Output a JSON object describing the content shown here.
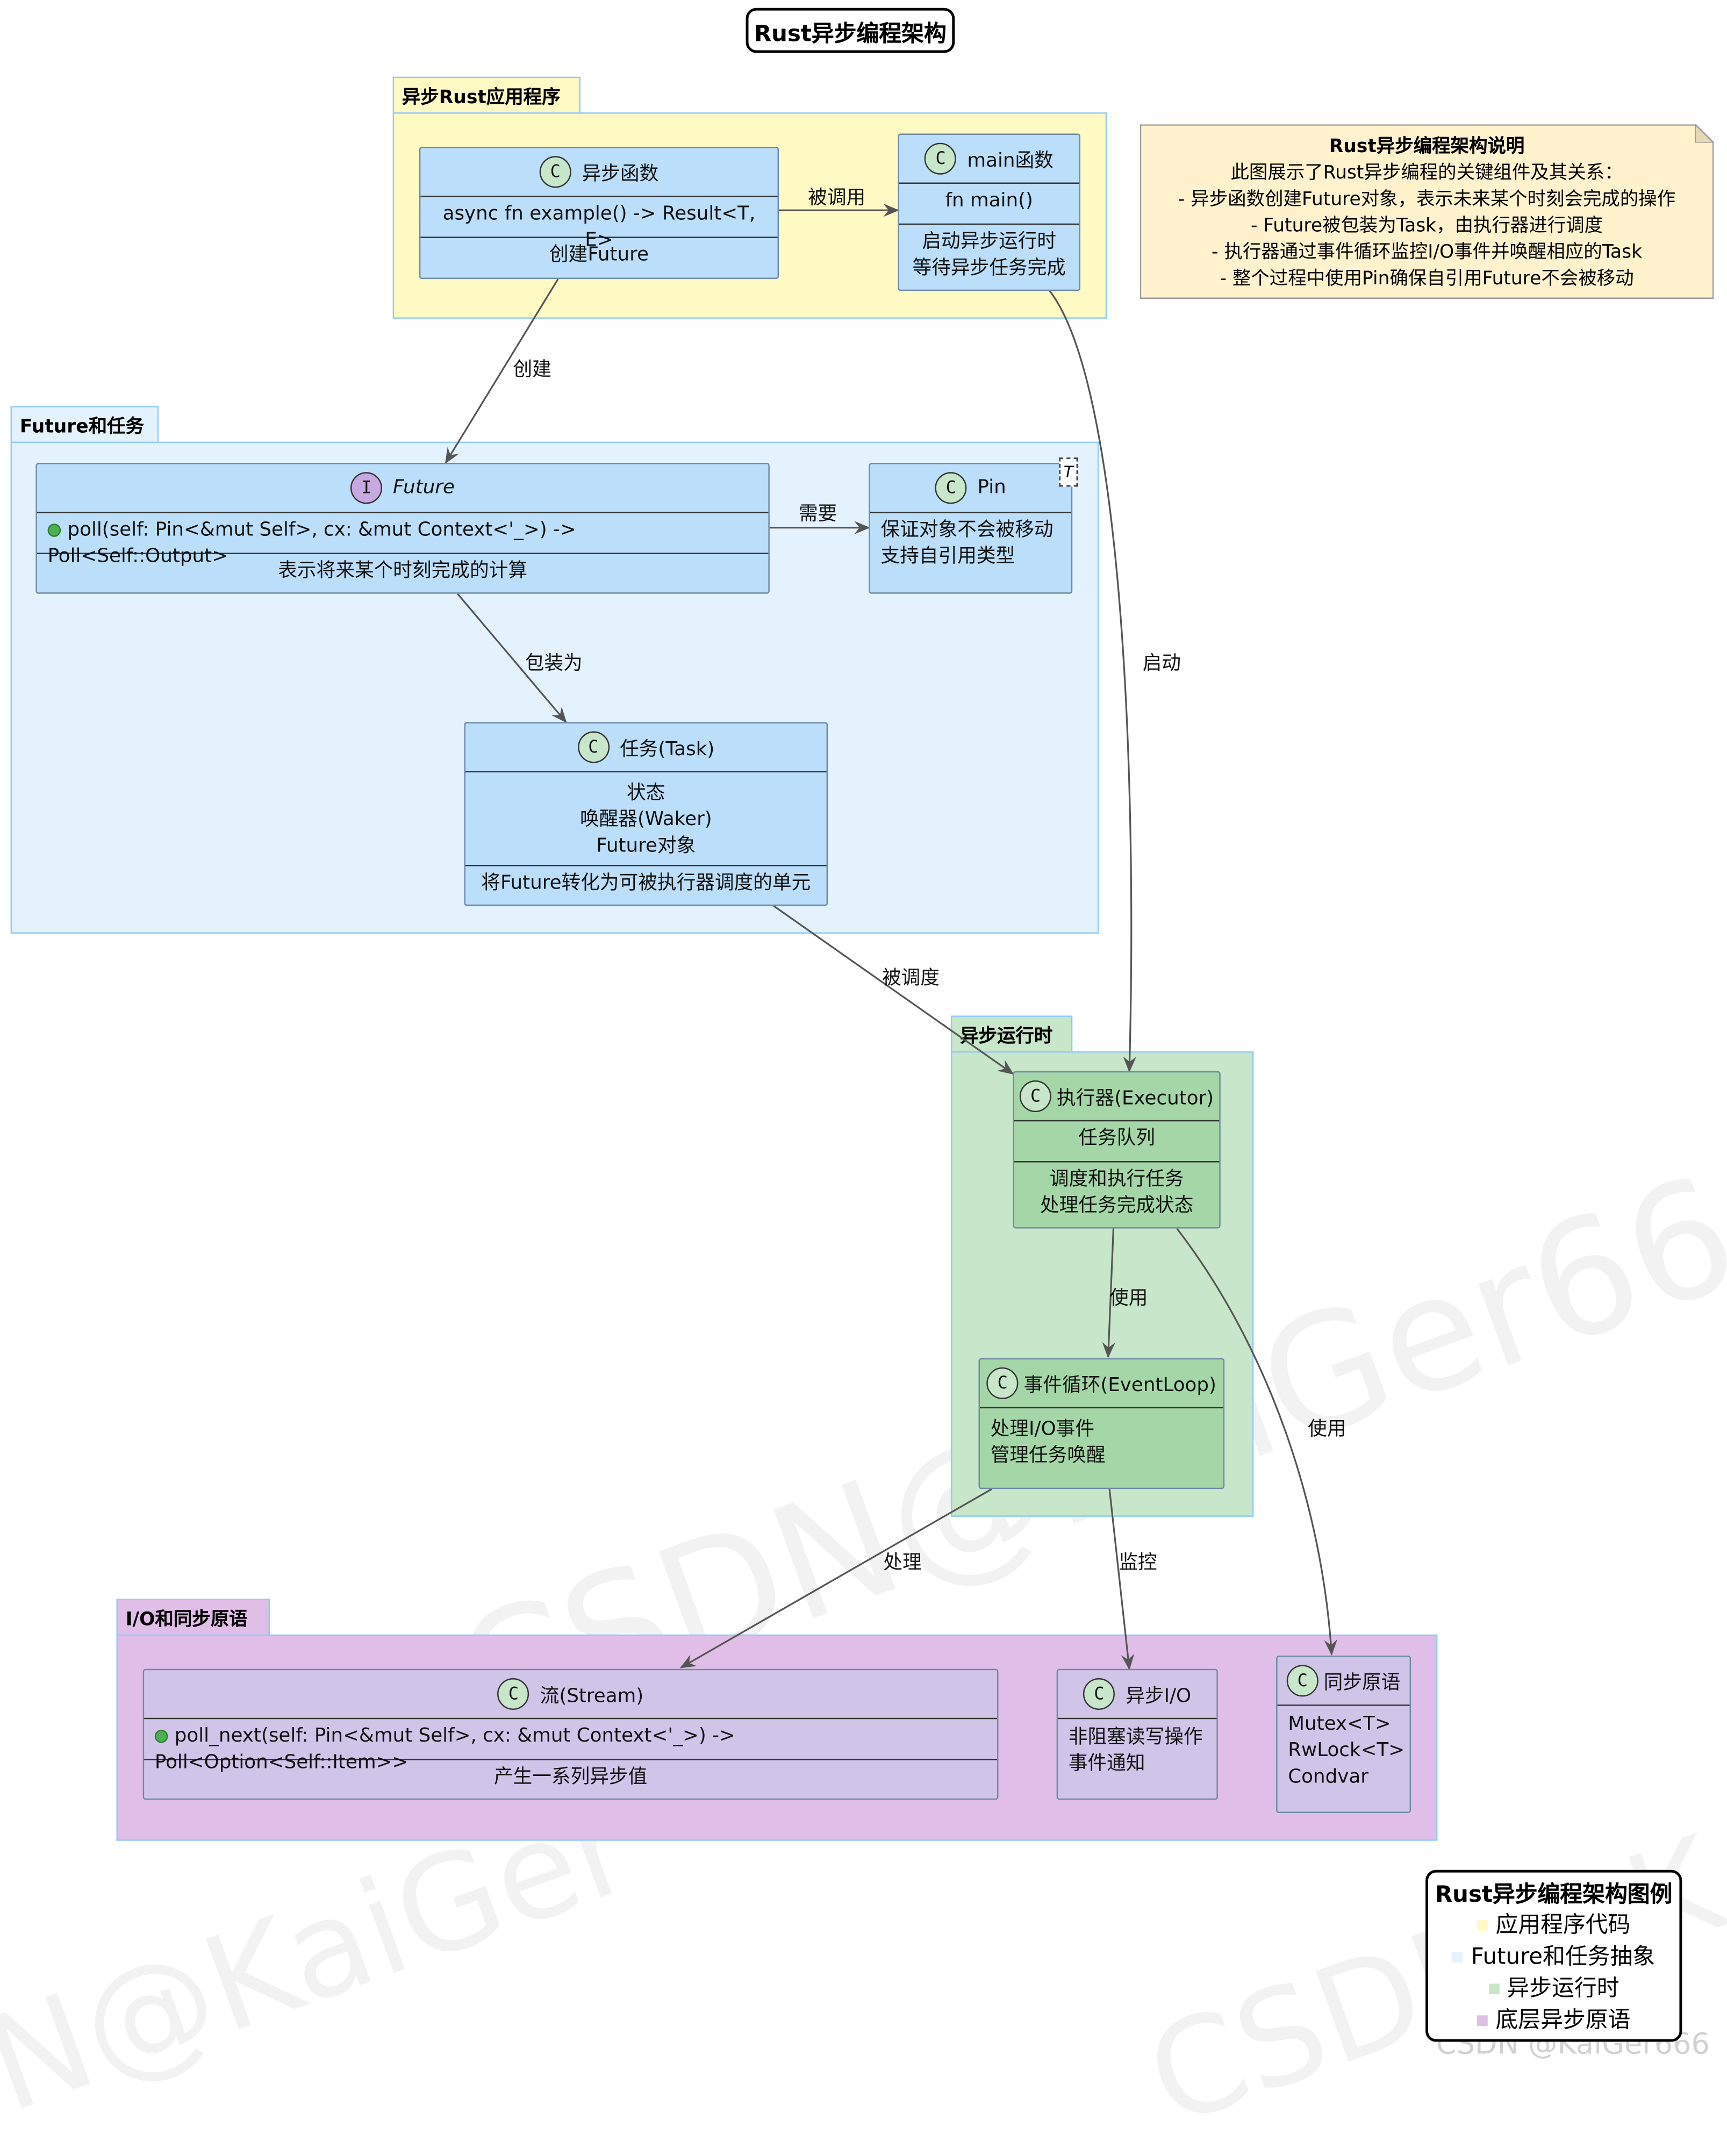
{
  "title": "Rust异步编程架构",
  "packages": {
    "app": "异步Rust应用程序",
    "future": "Future和任务",
    "runtime": "异步运行时",
    "io": "I/O和同步原语"
  },
  "classes": {
    "async_fn": {
      "spot": "C",
      "name": "异步函数",
      "field": "async fn example() -> Result<T, E>",
      "method": "创建Future"
    },
    "main_fn": {
      "spot": "C",
      "name": "main函数",
      "field": "fn main()",
      "methods": [
        "启动异步运行时",
        "等待异步任务完成"
      ]
    },
    "future": {
      "spot": "I",
      "name": "Future",
      "method": "poll(self: Pin<&mut Self>, cx: &mut Context<'_>) -> Poll<Self::Output>",
      "desc": "表示将来某个时刻完成的计算"
    },
    "pin": {
      "spot": "C",
      "name": "Pin",
      "generic": "T",
      "lines": [
        "保证对象不会被移动",
        "支持自引用类型"
      ]
    },
    "task": {
      "spot": "C",
      "name": "任务(Task)",
      "fields": [
        "状态",
        "唤醒器(Waker)",
        "Future对象"
      ],
      "desc": "将Future转化为可被执行器调度的单元"
    },
    "executor": {
      "spot": "C",
      "name": "执行器(Executor)",
      "field": "任务队列",
      "methods": [
        "调度和执行任务",
        "处理任务完成状态"
      ]
    },
    "eventloop": {
      "spot": "C",
      "name": "事件循环(EventLoop)",
      "lines": [
        "处理I/O事件",
        "管理任务唤醒"
      ]
    },
    "stream": {
      "spot": "C",
      "name": "流(Stream)",
      "method": "poll_next(self: Pin<&mut Self>, cx: &mut Context<'_>) -> Poll<Option<Self::Item>>",
      "desc": "产生一系列异步值"
    },
    "async_io": {
      "spot": "C",
      "name": "异步I/O",
      "lines": [
        "非阻塞读写操作",
        "事件通知"
      ]
    },
    "sync": {
      "spot": "C",
      "name": "同步原语",
      "lines": [
        "Mutex<T>",
        "RwLock<T>",
        "Condvar"
      ]
    }
  },
  "edges": {
    "called_by": "被调用",
    "create": "创建",
    "start": "启动",
    "needs": "需要",
    "wrap": "包装为",
    "scheduled": "被调度",
    "use1": "使用",
    "use2": "使用",
    "handle": "处理",
    "monitor": "监控"
  },
  "note": {
    "title": "Rust异步编程架构说明",
    "lines": [
      "此图展示了Rust异步编程的关键组件及其关系：",
      "- 异步函数创建Future对象，表示未来某个时刻会完成的操作",
      "- Future被包装为Task，由执行器进行调度",
      "- 执行器通过事件循环监控I/O事件并唤醒相应的Task",
      "- 整个过程中使用Pin确保自引用Future不会被移动"
    ]
  },
  "legend": {
    "title": "Rust异步编程架构图例",
    "items": [
      {
        "label": "应用程序代码",
        "color": "#fff9c4"
      },
      {
        "label": "Future和任务抽象",
        "color": "#e3f2fd"
      },
      {
        "label": "异步运行时",
        "color": "#c8e6c9"
      },
      {
        "label": "底层异步原语",
        "color": "#e1bee7"
      }
    ]
  },
  "watermark": "CSDN @KaiGer666"
}
